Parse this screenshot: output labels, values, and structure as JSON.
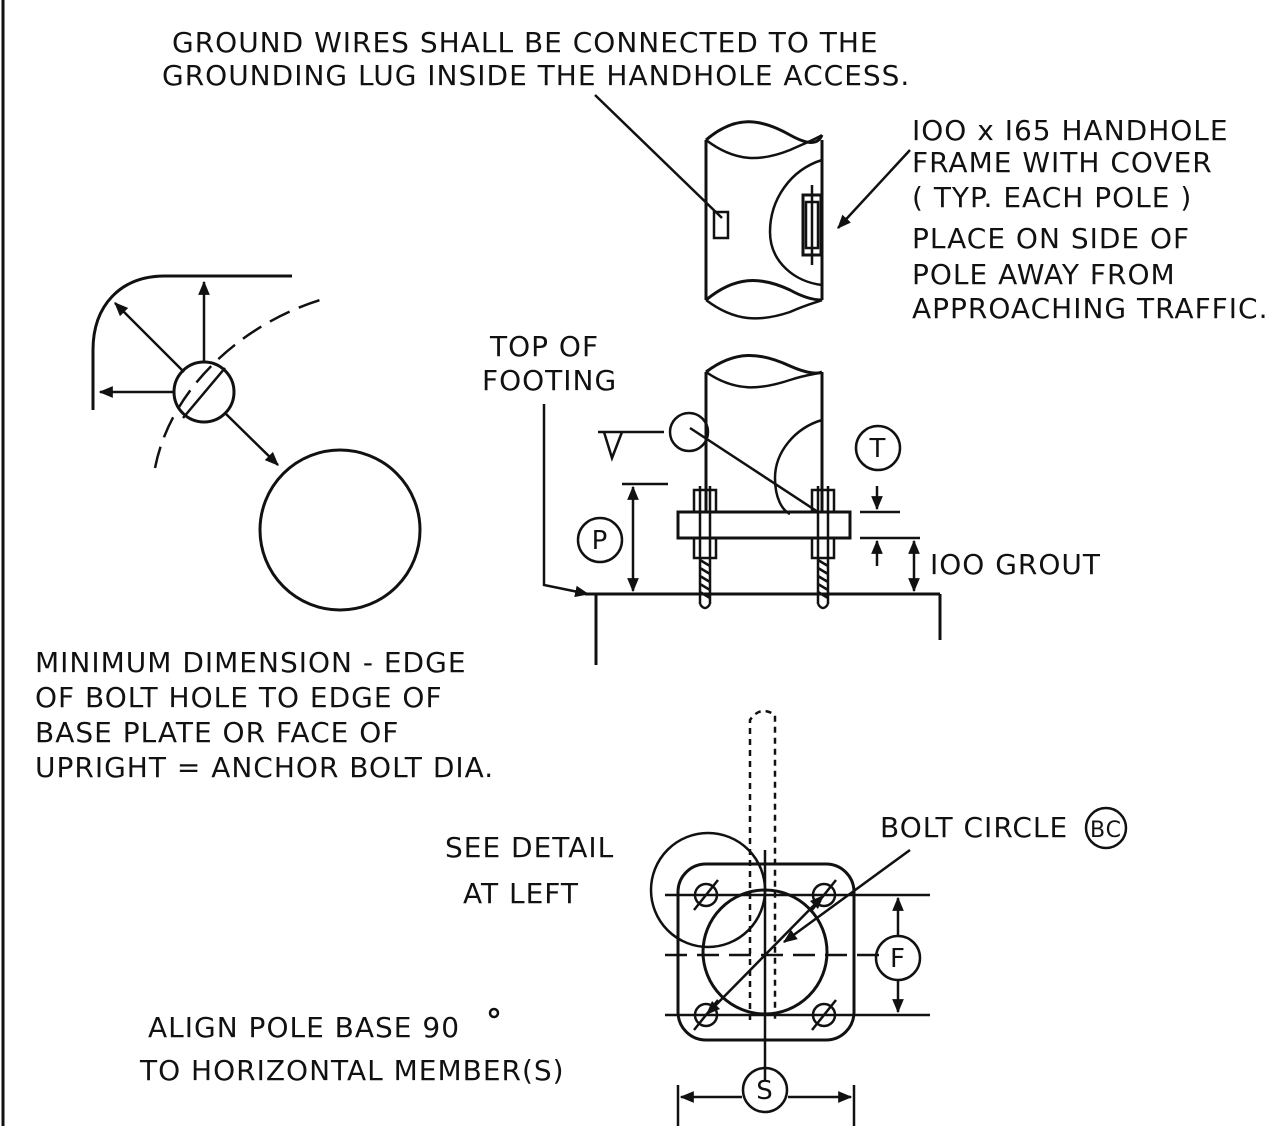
{
  "notes": {
    "ground_wires": [
      "GROUND WIRES SHALL BE CONNECTED TO THE",
      "GROUNDING LUG INSIDE THE HANDHOLE ACCESS."
    ],
    "handhole": [
      "IOO x I65 HANDHOLE",
      "FRAME WITH COVER",
      "( TYP. EACH POLE )",
      "PLACE ON SIDE OF",
      "POLE AWAY FROM",
      "APPROACHING TRAFFIC."
    ],
    "top_of_footing": [
      "TOP OF",
      "FOOTING"
    ],
    "grout": "IOO GROUT",
    "min_dimension": [
      "MINIMUM DIMENSION - EDGE",
      "OF BOLT HOLE TO EDGE OF",
      "BASE PLATE OR FACE OF",
      "UPRIGHT = ANCHOR BOLT DIA."
    ],
    "see_detail": [
      "SEE DETAIL",
      "AT LEFT"
    ],
    "bolt_circle": "BOLT CIRCLE",
    "align": [
      "ALIGN POLE BASE 90",
      "TO HORIZONTAL MEMBER(S)"
    ]
  },
  "bubbles": {
    "t": "T",
    "p": "P",
    "bc": "BC",
    "f": "F",
    "s": "S"
  }
}
